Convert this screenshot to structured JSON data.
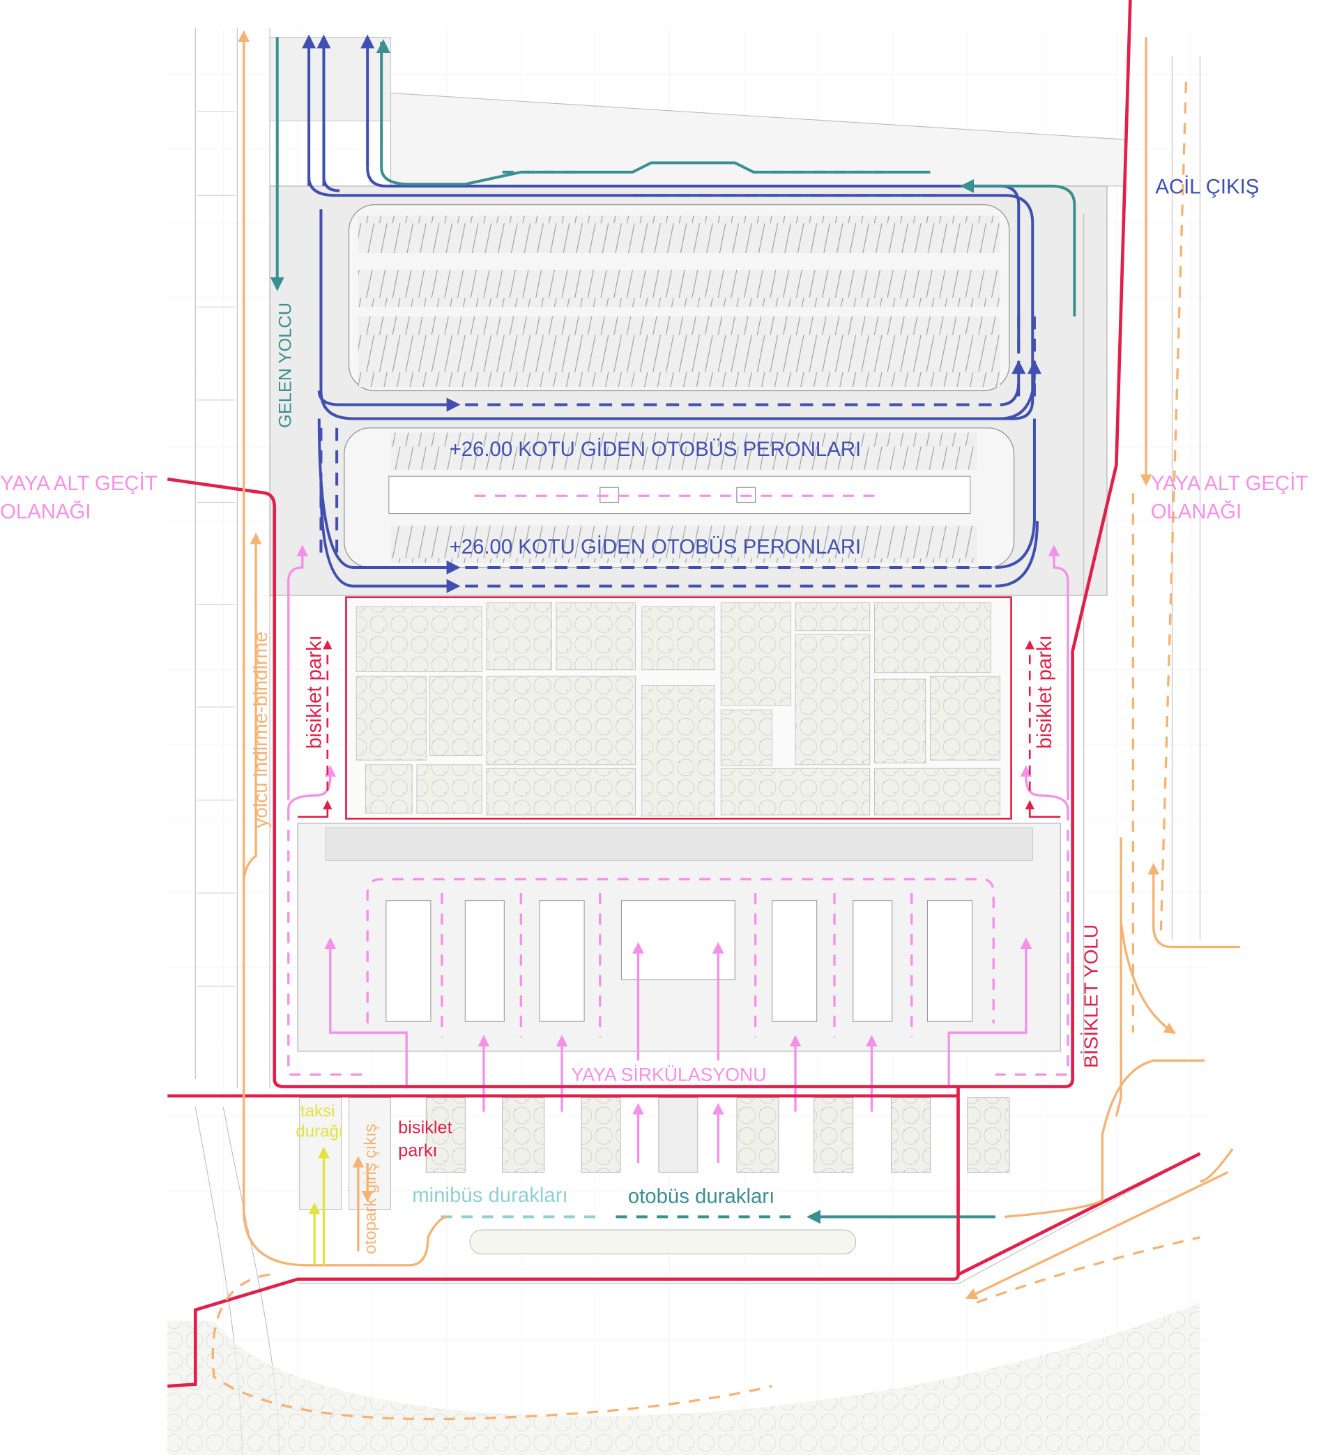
{
  "colors": {
    "bicycle": "#e0204a",
    "bus": "#4150b0",
    "arrival": "#3a8f90",
    "pedestrian": "#f590e8",
    "car": "#f5b272",
    "taxi": "#e3e23e",
    "minibus": "#8fcfd6",
    "building": "#bdbdbd",
    "paving": "#eeeeee"
  },
  "labels": {
    "emergency_exit": "ACİL ÇIKIŞ",
    "arriving_passenger": "GELEN YOLCU",
    "departure_platforms_1": "+26.00 KOTU GİDEN OTOBÜS PERONLARI",
    "departure_platforms_2": "+26.00 KOTU GİDEN OTOBÜS PERONLARI",
    "underpass_left_1": "YAYA ALT GEÇİT",
    "underpass_left_2": "OLANAĞI",
    "underpass_right_1": "YAYA ALT GEÇİT",
    "underpass_right_2": "OLANAĞI",
    "dropoff_pickup": "yolcu indirme-bindirme",
    "bike_park_left": "bisiklet parkı",
    "bike_park_right": "bisiklet parkı",
    "bike_lane": "BİSİKLET YOLU",
    "pedestrian_circulation": "YAYA SİRKÜLASYONU",
    "taxi_stand_1": "taksi",
    "taxi_stand_2": "durağı",
    "parking_entry_exit": "otopark giriş çıkış",
    "bike_park_south_1": "bisiklet",
    "bike_park_south_2": "parkı",
    "minibus_stops": "minibüs durakları",
    "bus_stops": "otobüs durakları"
  }
}
